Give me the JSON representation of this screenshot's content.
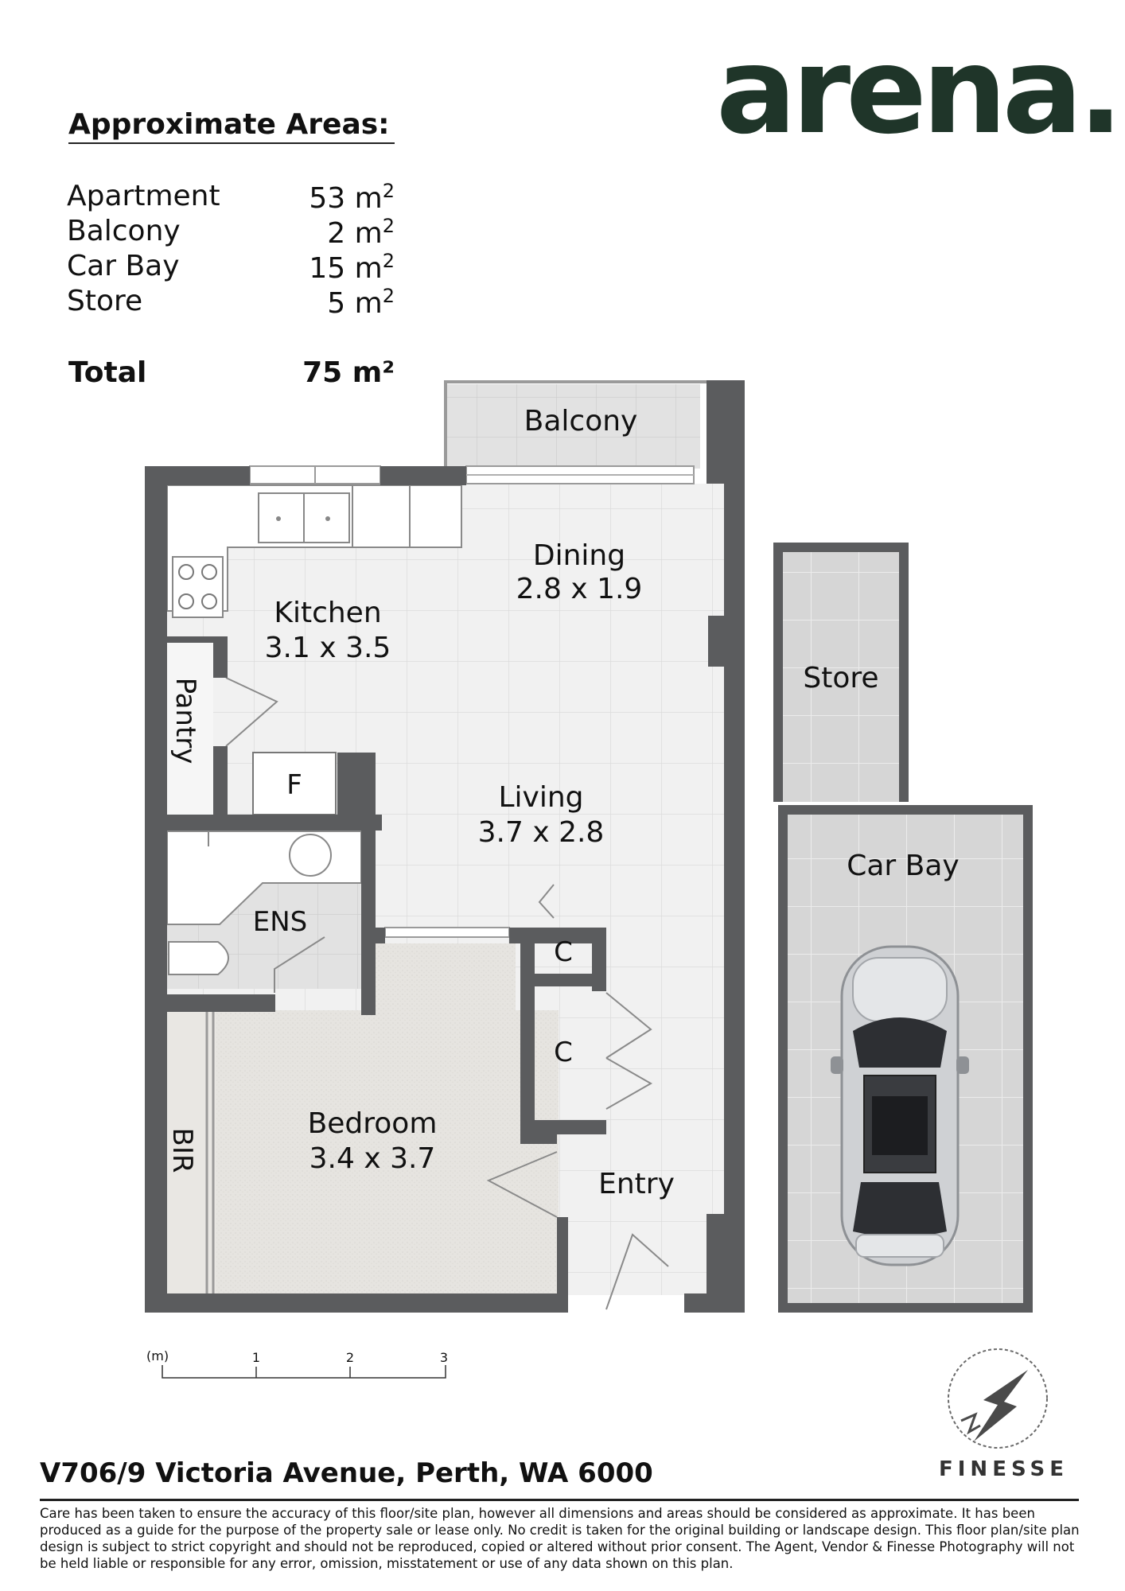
{
  "brand": {
    "logo_text": "arena."
  },
  "areas": {
    "heading": "Approximate Areas:",
    "rows": [
      {
        "label": "Apartment",
        "value": "53 m",
        "unit_exp": "2"
      },
      {
        "label": "Balcony",
        "value": "2 m",
        "unit_exp": "2"
      },
      {
        "label": "Car Bay",
        "value": "15 m",
        "unit_exp": "2"
      },
      {
        "label": "Store",
        "value": "5 m",
        "unit_exp": "2"
      }
    ],
    "total_label": "Total",
    "total_value": "75 m²"
  },
  "rooms": {
    "balcony": "Balcony",
    "dining": "Dining",
    "dining_size": "2.8 x 1.9",
    "kitchen": "Kitchen",
    "kitchen_size": "3.1 x 3.5",
    "pantry": "Pantry",
    "fridge": "F",
    "living": "Living",
    "living_size": "3.7 x 2.8",
    "ensuite": "ENS",
    "cupboard_1": "C",
    "cupboard_2": "C",
    "bedroom": "Bedroom",
    "bedroom_size": "3.4 x 3.7",
    "bir": "BIR",
    "entry": "Entry",
    "store": "Store",
    "car_bay": "Car Bay"
  },
  "scale_bar": {
    "unit": "(m)",
    "ticks": [
      "1",
      "2",
      "3"
    ]
  },
  "address": "V706/9 Victoria Avenue, Perth, WA 6000",
  "photographer": "FINESSE",
  "disclaimer": "Care has been taken to ensure the accuracy of this floor/site plan, however all dimensions and areas should be considered as approximate. It has been produced as a guide for the purpose of the property sale or lease only. No credit is taken for the original building or landscape design. This floor plan/site plan design is subject to strict copyright and should not be reproduced, copied or altered without prior consent. The Agent, Vendor & Finesse Photography will not be held liable or responsible for any error, omission, misstatement or use of any data shown on this plan.",
  "colors": {
    "brand": "#1f3529",
    "wall": "#5b5c5e",
    "tile_floor": "#f1f1f1",
    "carpet": "#e6e4e0",
    "wet_area": "#e2e2e2",
    "garage": "#d6d6d6"
  }
}
